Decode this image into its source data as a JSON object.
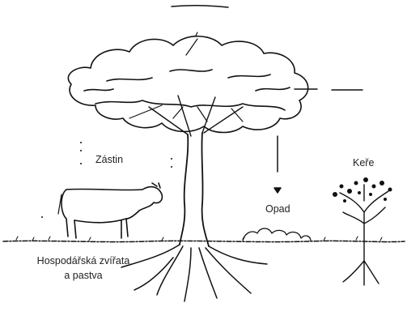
{
  "labels": {
    "shade": "Zástin",
    "litter": "Opad",
    "shrubs": "Keře",
    "livestock_line1": "Hospodářská zvířata",
    "livestock_line2": "a pastva"
  },
  "colors": {
    "ink": "#111111",
    "text": "#222222",
    "background": "#ffffff"
  }
}
